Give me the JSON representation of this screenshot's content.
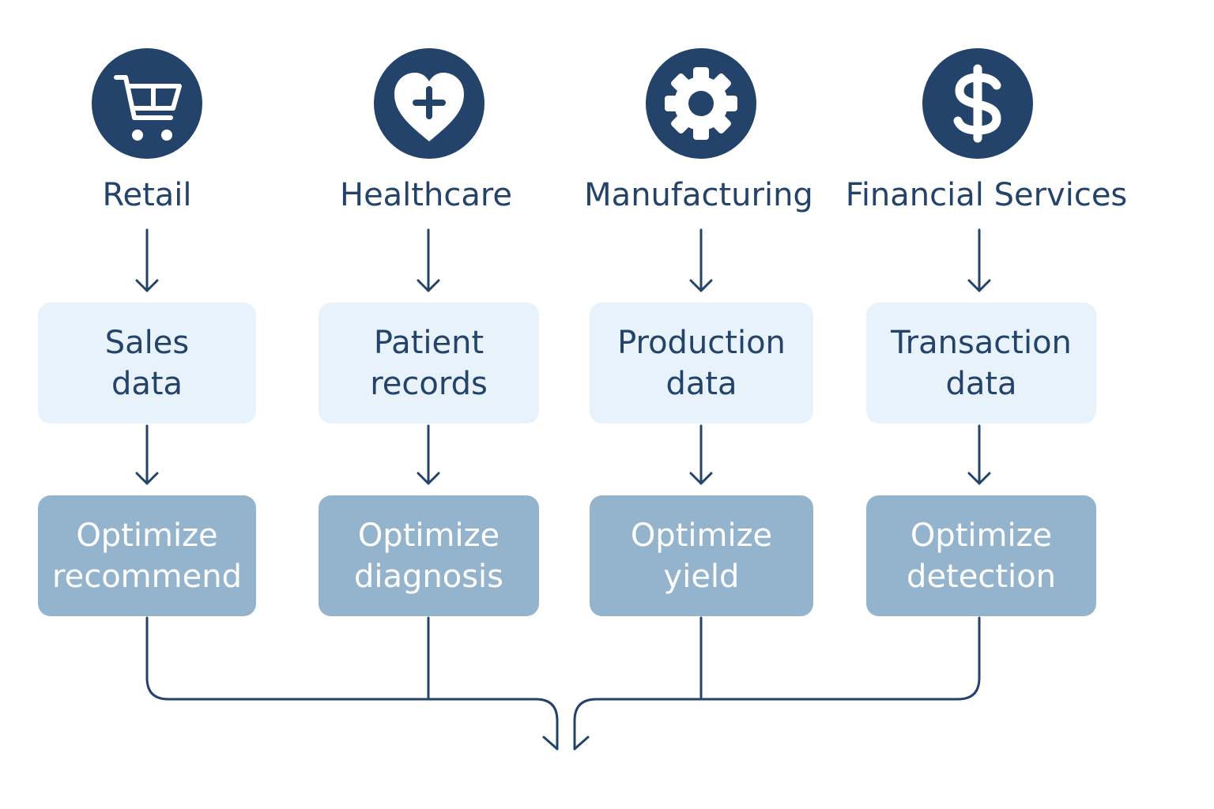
{
  "colors": {
    "primary": "#24436a",
    "data_box": "#e8f2fa",
    "goal_box": "#94b4cd",
    "goal_text": "#ffffff",
    "background": "#ffffff"
  },
  "industries": [
    {
      "name": "Retail",
      "icon": "shopping-cart-icon",
      "data_label": "Sales\ndata",
      "goal_label": "Optimize\nrecommend"
    },
    {
      "name": "Healthcare",
      "icon": "heart-plus-icon",
      "data_label": "Patient\nrecords",
      "goal_label": "Optimize\ndiagnosis"
    },
    {
      "name": "Manufacturing",
      "icon": "gear-icon",
      "data_label": "Production\ndata",
      "goal_label": "Optimize\nyield"
    },
    {
      "name": "Financial Services",
      "icon": "dollar-sign-icon",
      "data_label": "Transaction\ndata",
      "goal_label": "Optimize\ndetection"
    }
  ]
}
